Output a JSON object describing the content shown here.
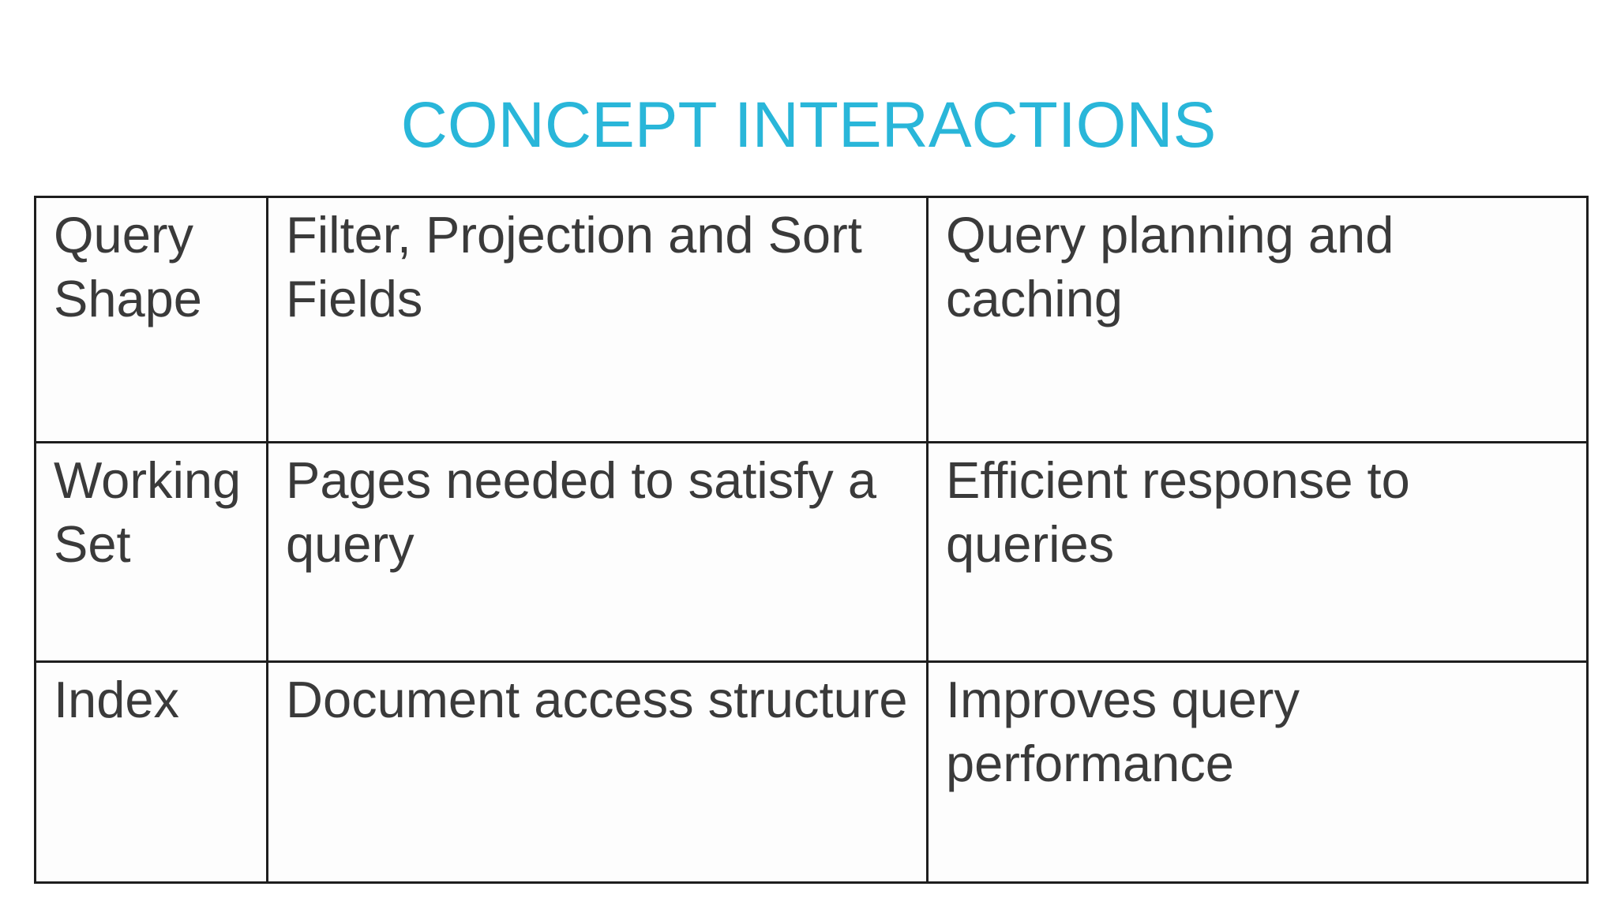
{
  "title": "CONCEPT INTERACTIONS",
  "colors": {
    "title": "#29b6d9",
    "text": "#3a3a3a",
    "border": "#1e1e1e",
    "cell_bg": "#fdfdfd",
    "page_bg": "#ffffff"
  },
  "table": {
    "rows": [
      [
        "Query Shape",
        "Filter, Projection and Sort Fields",
        "Query planning and caching"
      ],
      [
        "Working Set",
        "Pages needed to satisfy a query",
        "Efficient response to queries"
      ],
      [
        "Index",
        "Document access structure",
        "Improves query performance"
      ]
    ]
  }
}
